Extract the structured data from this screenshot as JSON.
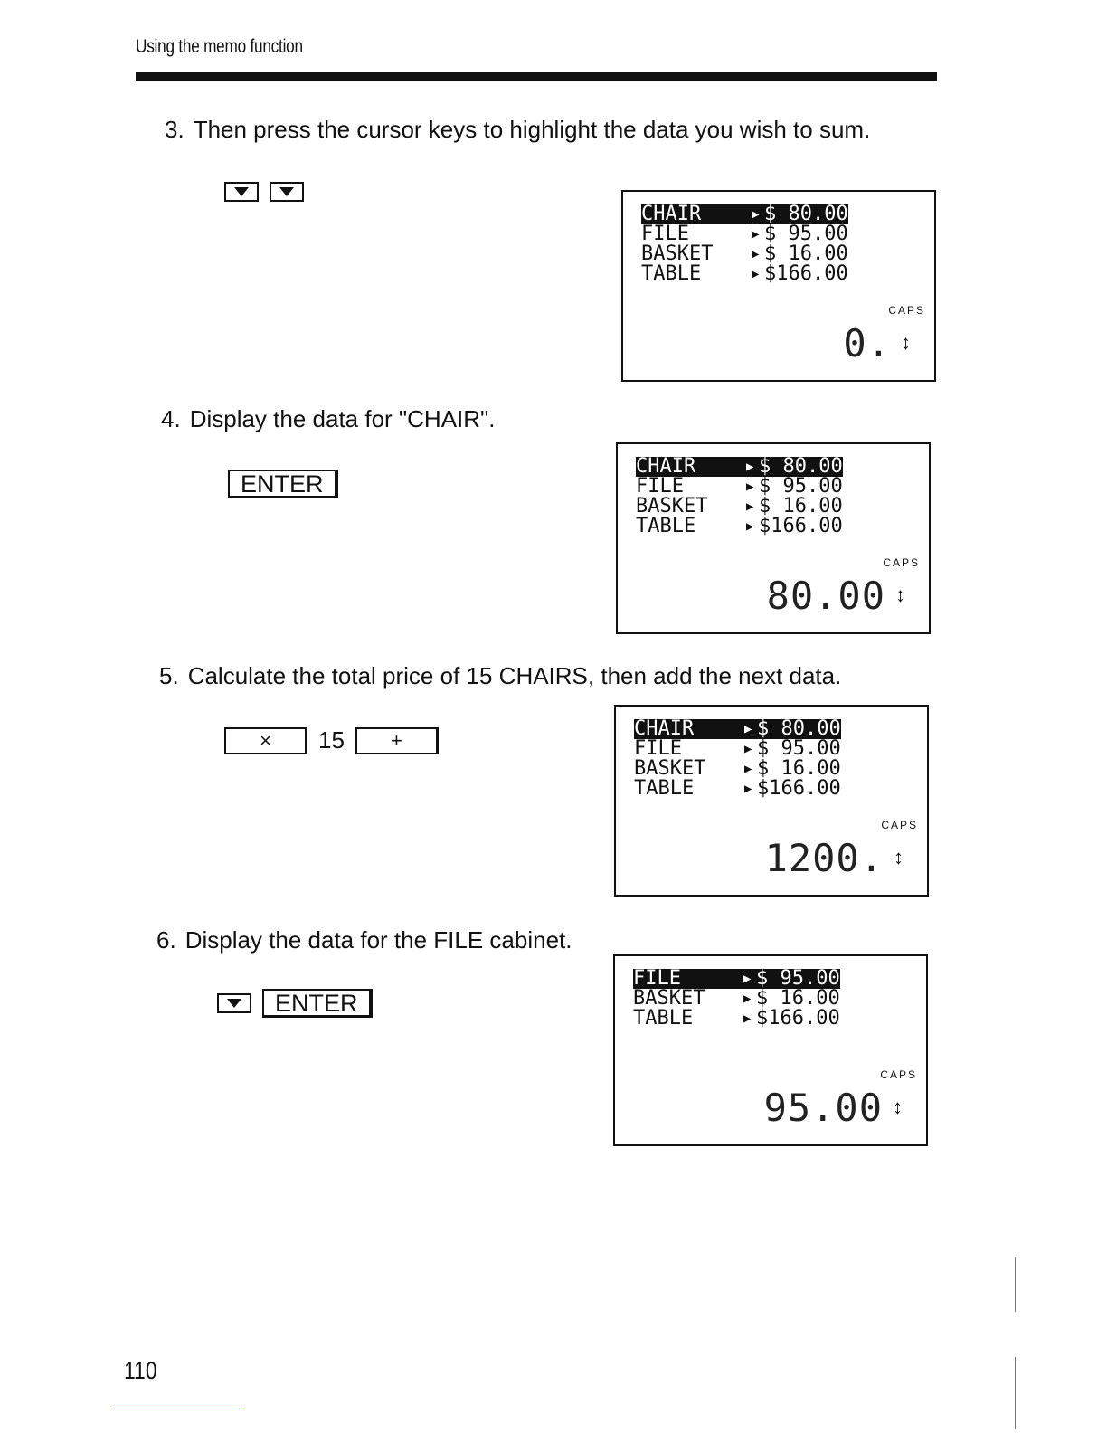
{
  "header": {
    "title": "Using the memo function"
  },
  "steps": [
    {
      "number": "3.",
      "text": "Then press the cursor keys to highlight the data you wish to sum.",
      "keys": [
        "down-arrow",
        "down-arrow"
      ],
      "lcd": {
        "lines": [
          {
            "name": "CHAIR",
            "arrow": "▶",
            "value": "$ 80.00",
            "highlighted": true
          },
          {
            "name": "FILE",
            "arrow": "▶",
            "value": "$ 95.00",
            "highlighted": false
          },
          {
            "name": "BASKET",
            "arrow": "▶",
            "value": "$ 16.00",
            "highlighted": false
          },
          {
            "name": "TABLE",
            "arrow": "▶",
            "value": "$166.00",
            "highlighted": false
          }
        ],
        "caps": "CAPS",
        "result": "0."
      }
    },
    {
      "number": "4.",
      "text": "Display the data for \"CHAIR\".",
      "keys": [
        "ENTER"
      ],
      "lcd": {
        "lines": [
          {
            "name": "CHAIR",
            "arrow": "▶",
            "value": "$ 80.00",
            "highlighted": true
          },
          {
            "name": "FILE",
            "arrow": "▶",
            "value": "$ 95.00",
            "highlighted": false
          },
          {
            "name": "BASKET",
            "arrow": "▶",
            "value": "$ 16.00",
            "highlighted": false
          },
          {
            "name": "TABLE",
            "arrow": "▶",
            "value": "$166.00",
            "highlighted": false
          }
        ],
        "caps": "CAPS",
        "result": "80.00"
      }
    },
    {
      "number": "5.",
      "text": "Calculate the total price of 15 CHAIRS, then add the next data.",
      "keys": [
        "×",
        "15",
        "+"
      ],
      "lcd": {
        "lines": [
          {
            "name": "CHAIR",
            "arrow": "▶",
            "value": "$ 80.00",
            "highlighted": true
          },
          {
            "name": "FILE",
            "arrow": "▶",
            "value": "$ 95.00",
            "highlighted": false
          },
          {
            "name": "BASKET",
            "arrow": "▶",
            "value": "$ 16.00",
            "highlighted": false
          },
          {
            "name": "TABLE",
            "arrow": "▶",
            "value": "$166.00",
            "highlighted": false
          }
        ],
        "caps": "CAPS",
        "result": "1200."
      }
    },
    {
      "number": "6.",
      "text": "Display the data for the FILE cabinet.",
      "keys": [
        "down-arrow",
        "ENTER"
      ],
      "lcd": {
        "lines": [
          {
            "name": "FILE",
            "arrow": "▶",
            "value": "$ 95.00",
            "highlighted": true
          },
          {
            "name": "BASKET",
            "arrow": "▶",
            "value": "$ 16.00",
            "highlighted": false
          },
          {
            "name": "TABLE",
            "arrow": "▶",
            "value": "$166.00",
            "highlighted": false
          }
        ],
        "caps": "CAPS",
        "result": "95.00"
      }
    }
  ],
  "page_number": "110"
}
